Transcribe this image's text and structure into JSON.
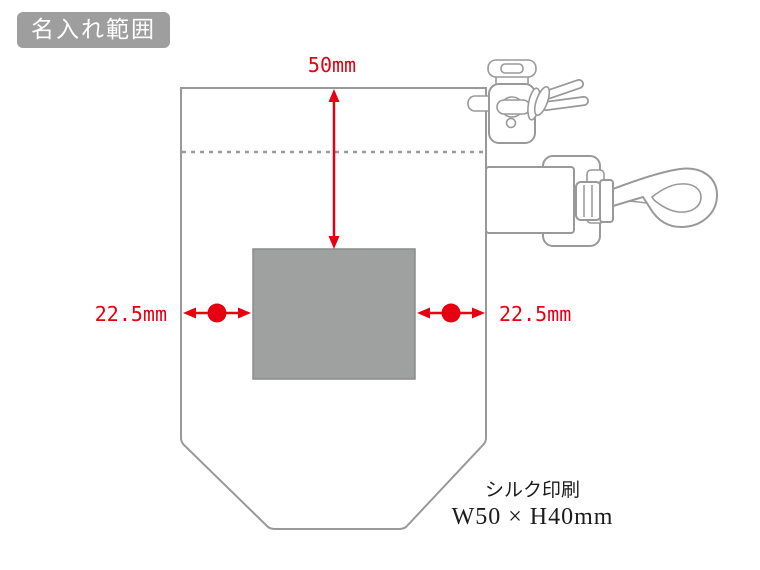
{
  "badge": {
    "label": "名入れ範囲"
  },
  "annotations": {
    "top_offset": "50mm",
    "left_offset": "22.5mm",
    "right_offset": "22.5mm"
  },
  "print_note": {
    "method": "シルク印刷",
    "size": "W50 × H40mm"
  },
  "icons": {
    "cord_lock": "cord-lock-icon",
    "snap_hook": "snap-hook-icon"
  },
  "colors": {
    "accent_red": "#e60012",
    "print_area_fill": "#9fa0a0",
    "badge_background": "#9e9e9e",
    "outline_gray": "#999999"
  }
}
